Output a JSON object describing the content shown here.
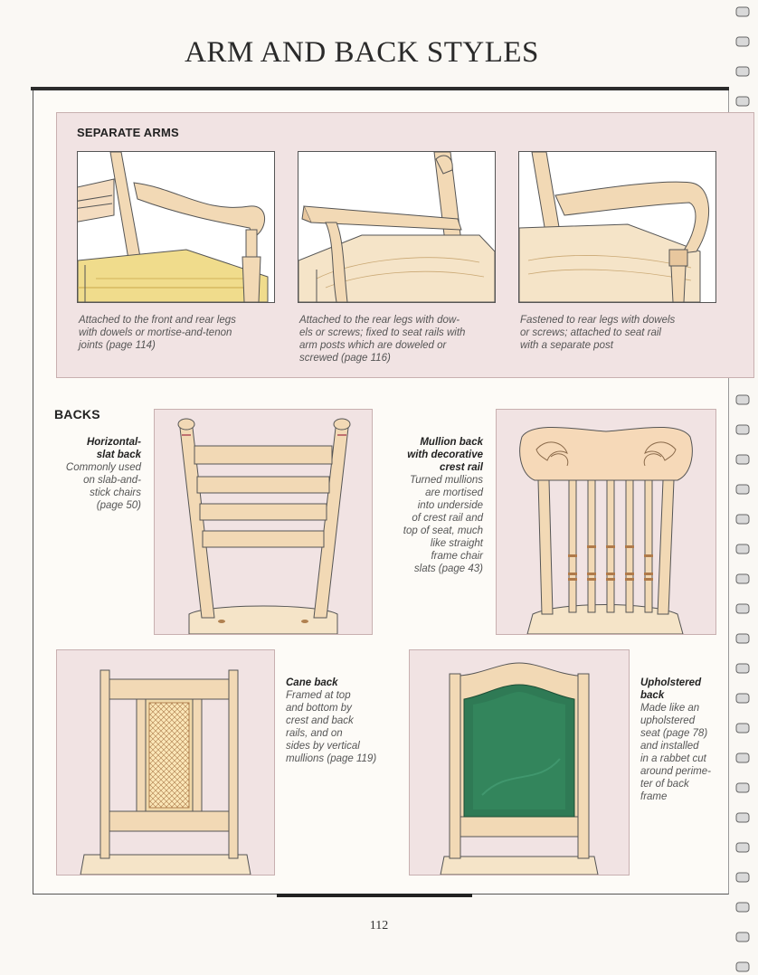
{
  "page": {
    "title": "ARM AND BACK STYLES",
    "page_number": "112"
  },
  "separate_arms": {
    "heading": "SEPARATE ARMS",
    "items": [
      {
        "caption_lines": [
          "Attached to the front and rear legs",
          "with dowels or mortise-and-tenon",
          "joints (page 114)"
        ]
      },
      {
        "caption_lines": [
          "Attached to the rear legs with dow-",
          "els or screws; fixed to seat rails with",
          "arm posts which are doweled or",
          "screwed (page 116)"
        ]
      },
      {
        "caption_lines": [
          "Fastened to rear legs with dowels",
          "or screws; attached to seat rail",
          "with a separate post"
        ]
      }
    ]
  },
  "backs": {
    "heading": "BACKS",
    "items": [
      {
        "name_lines": [
          "Horizontal-",
          "slat back"
        ],
        "desc_lines": [
          "Commonly used",
          "on slab-and-",
          "stick chairs",
          "(page 50)"
        ]
      },
      {
        "name_lines": [
          "Mullion back",
          "with decorative",
          "crest rail"
        ],
        "desc_lines": [
          "Turned mullions",
          "are mortised",
          "into underside",
          "of crest rail and",
          "top of seat, much",
          "like straight",
          "frame chair",
          "slats (page 43)"
        ]
      },
      {
        "name_lines": [
          "Cane back"
        ],
        "desc_lines": [
          "Framed at top",
          "and bottom by",
          "crest and back",
          "rails, and on",
          "sides by vertical",
          "mullions (page 119)"
        ]
      },
      {
        "name_lines": [
          "Upholstered",
          "back"
        ],
        "desc_lines": [
          "Made like an",
          "upholstered",
          "seat (page 78)",
          "and installed",
          "in a rabbet cut",
          "around perime-",
          "ter of back",
          "frame"
        ]
      }
    ]
  },
  "colors": {
    "panel_pink": "#f1e3e3",
    "wood": "#f2d9b5",
    "rush_seat": "#f0dc8c",
    "upholstery_green": "#2f7a55"
  }
}
